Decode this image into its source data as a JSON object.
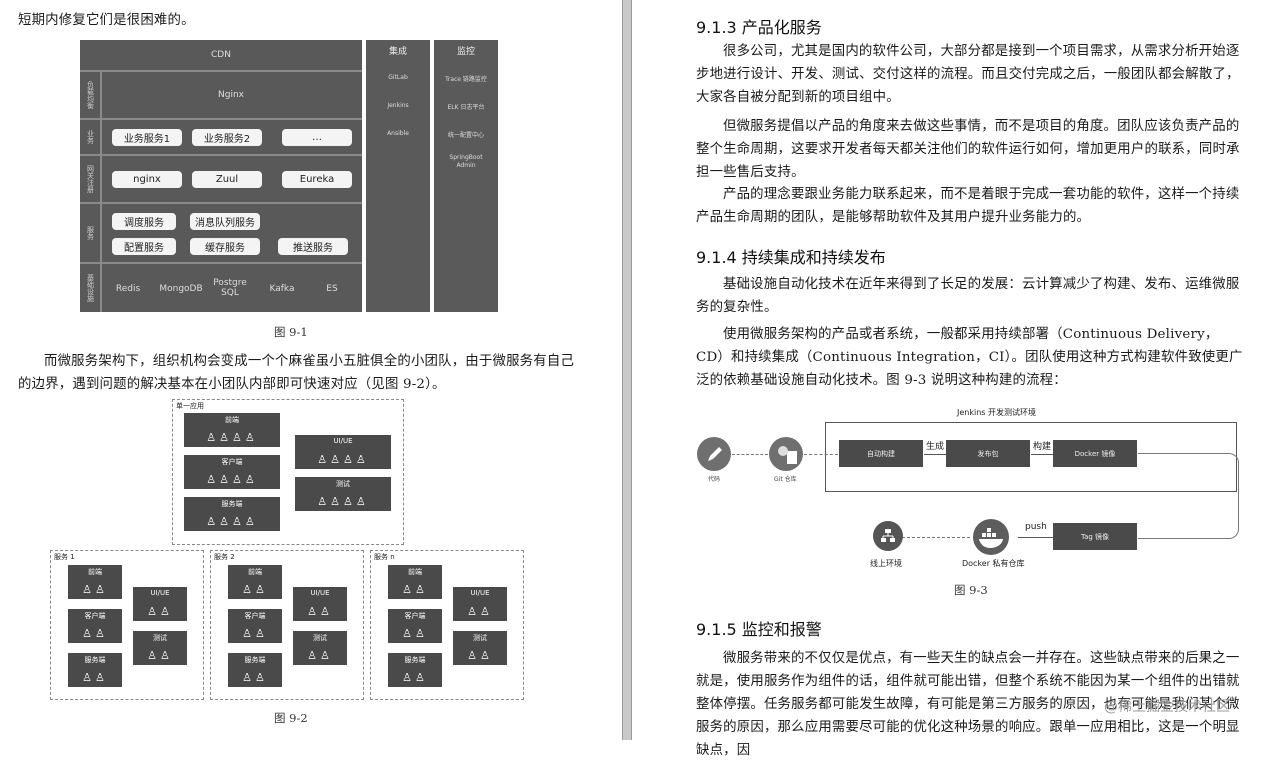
{
  "left_page": {
    "top_line": "短期内修复它们是很困难的。",
    "fig1": {
      "cdn": "CDN",
      "nginx_row": "Nginx",
      "row_labels": [
        "负载均衡",
        "业务",
        "网关注册",
        "服务",
        "基础设施"
      ],
      "business": [
        "业务服务1",
        "业务服务2",
        "…"
      ],
      "gateway": [
        "nginx",
        "Zuul",
        "Eureka"
      ],
      "services": [
        "调度服务",
        "消息队列服务",
        "配置服务",
        "缓存服务",
        "推送服务"
      ],
      "infra": [
        "Redis",
        "MongoDB",
        "Postgre SQL",
        "Kafka",
        "ES"
      ],
      "integration": {
        "title": "集成",
        "items": [
          "GitLab",
          "Jenkins",
          "Ansible"
        ]
      },
      "monitor": {
        "title": "监控",
        "items": [
          "Trace 链路监控",
          "ELK 日志平台",
          "统一配置中心",
          "SpringBoot Admin"
        ]
      }
    },
    "fig1_caption": "图 9-1",
    "paragraph": "而微服务架构下，组织机构会变成一个个麻雀虽小五脏俱全的小团队，由于微服务有自己的边界，遇到问题的解决基本在小团队内部即可快速对应（见图 9-2）。",
    "fig2": {
      "mono_label": "单一应用",
      "mono_boxes": [
        "前端",
        "客户端",
        "服务端"
      ],
      "mono_side": [
        "UI/UE",
        "测试"
      ],
      "services": [
        {
          "label": "服务 1",
          "boxes": [
            "前端",
            "客户端",
            "服务端"
          ],
          "side": [
            "UI/UE",
            "测试"
          ]
        },
        {
          "label": "服务 2",
          "boxes": [
            "前端",
            "客户端",
            "服务端"
          ],
          "side": [
            "UI/UE",
            "测试"
          ]
        },
        {
          "label": "服务 n",
          "boxes": [
            "前端",
            "客户端",
            "服务端"
          ],
          "side": [
            "UI/UE",
            "测试"
          ]
        }
      ]
    },
    "fig2_caption": "图 9-2"
  },
  "right_page": {
    "h1": "9.1.3  产品化服务",
    "p1": "很多公司，尤其是国内的软件公司，大部分都是接到一个项目需求，从需求分析开始逐步地进行设计、开发、测试、交付这样的流程。而且交付完成之后，一般团队都会解散了，大家各自被分配到新的项目组中。",
    "p2": "但微服务提倡以产品的角度来去做这些事情，而不是项目的角度。团队应该负责产品的整个生命周期，这要求开发者每天都关注他们的软件运行如何，增加更用户的联系，同时承担一些售后支持。",
    "p3": "产品的理念要跟业务能力联系起来，而不是着眼于完成一套功能的软件，这样一个持续产品生命周期的团队，是能够帮助软件及其用户提升业务能力的。",
    "h2": "9.1.4  持续集成和持续发布",
    "p4": "基础设施自动化技术在近年来得到了长足的发展：云计算减少了构建、发布、运维微服务的复杂性。",
    "p5": "使用微服务架构的产品或者系统，一般都采用持续部署（Continuous Delivery，CD）和持续集成（Continuous Integration，CI）。团队使用这种方式构建软件致使更广泛的依赖基础设施自动化技术。图 9-3 说明这种构建的流程：",
    "fig3": {
      "title": "Jenkins 开发测试环境",
      "code_label": "代码",
      "git_label": "Git 仓库",
      "auto_build": "自动构建",
      "gen": "生成",
      "release_pkg": "发布包",
      "build": "构建",
      "docker_image": "Docker 镜像",
      "tag_image": "Tag 镜像",
      "push": "push",
      "registry": "Docker 私有仓库",
      "online": "线上环境"
    },
    "fig3_caption": "图 9-3",
    "h3": "9.1.5  监控和报警",
    "p6": "微服务带来的不仅仅是优点，有一些天生的缺点会一并存在。这些缺点带来的后果之一就是，使用服务作为组件的话，组件就可能出错，但整个系统不能因为某一个组件的出错就整体停摆。任务服务都可能发生故障，有可能是第三方服务的原因，也有可能是我们某个微服务的原因，那么应用需要尽可能的优化这种场景的响应。跟单一应用相比，这是一个明显缺点，因",
    "watermark": "@稀土掘金技术社区"
  }
}
